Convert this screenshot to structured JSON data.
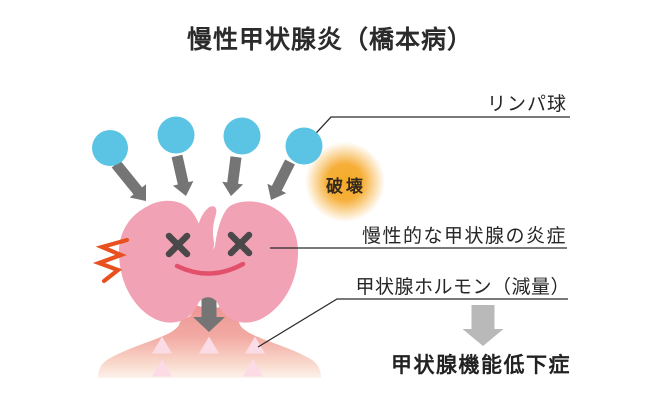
{
  "title": "慢性甲状腺炎（橋本病）",
  "labels": {
    "lymphocyte": "リンパ球",
    "destruction": "破壊",
    "inflammation": "慢性的な甲状腺の炎症",
    "hormone_reduced": "甲状腺ホルモン（減量）",
    "hypothyroidism": "甲状腺機能低下症"
  },
  "diagram": {
    "lymphocyte_count": 4,
    "hormone_triangle_count": 5
  },
  "colors": {
    "lymphocyte_blue": "#5bc3e3",
    "attack_arrow_gray": "#757575",
    "outcome_arrow_gray": "#b9b9b9",
    "thyroid_pink": "#f1a2b5",
    "frown_red": "#e2506b",
    "eye_gray": "#4a4849",
    "spark_orange": "#e8511f",
    "glow_orange": "#f5a623",
    "glow_core_orange": "#f6aa28",
    "body_top_pink": "#ee9492",
    "body_bottom_pink": "#fdf2ec",
    "triangle_pink": "#fbdbe5",
    "connector_line": "#2b2b2b",
    "text_dark": "#262626"
  }
}
